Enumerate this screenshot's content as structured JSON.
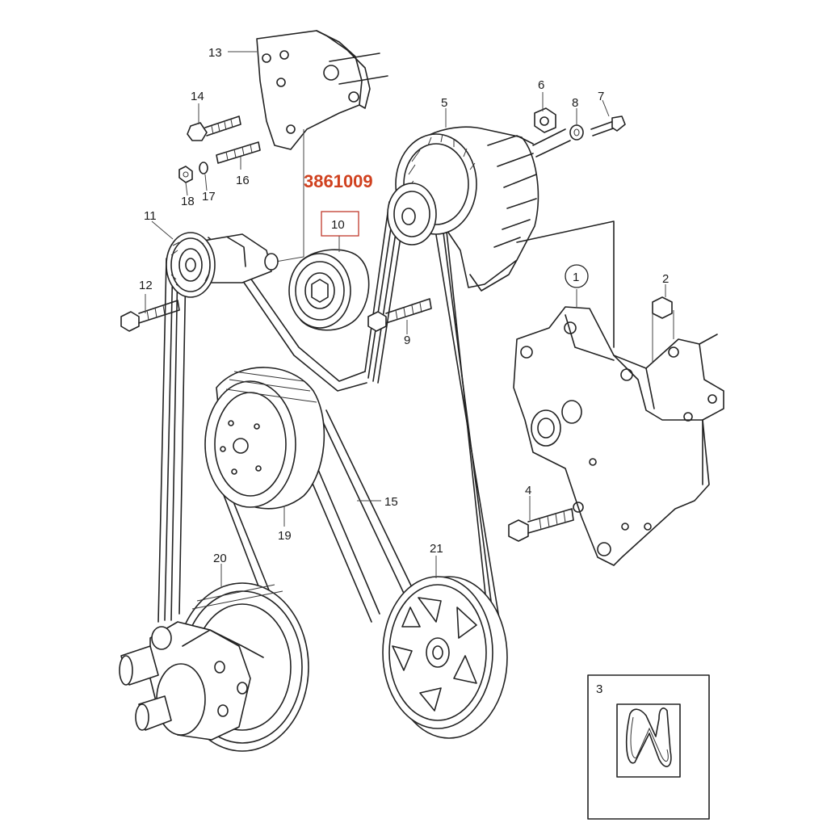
{
  "part_number": {
    "text": "3861009",
    "color": "#d0411f"
  },
  "highlight_box_color": "#c0392b",
  "callouts": [
    {
      "id": "c1",
      "text": "1",
      "circled": true
    },
    {
      "id": "c2",
      "text": "2"
    },
    {
      "id": "c3",
      "text": "3"
    },
    {
      "id": "c4",
      "text": "4"
    },
    {
      "id": "c5",
      "text": "5"
    },
    {
      "id": "c6",
      "text": "6"
    },
    {
      "id": "c7",
      "text": "7"
    },
    {
      "id": "c8",
      "text": "8"
    },
    {
      "id": "c9",
      "text": "9"
    },
    {
      "id": "c10",
      "text": "10",
      "highlighted": true
    },
    {
      "id": "c11",
      "text": "11"
    },
    {
      "id": "c12",
      "text": "12"
    },
    {
      "id": "c13",
      "text": "13"
    },
    {
      "id": "c14",
      "text": "14"
    },
    {
      "id": "c15",
      "text": "15"
    },
    {
      "id": "c16",
      "text": "16"
    },
    {
      "id": "c17",
      "text": "17"
    },
    {
      "id": "c18",
      "text": "18"
    },
    {
      "id": "c19",
      "text": "19"
    },
    {
      "id": "c20",
      "text": "20"
    },
    {
      "id": "c21",
      "text": "21"
    }
  ]
}
